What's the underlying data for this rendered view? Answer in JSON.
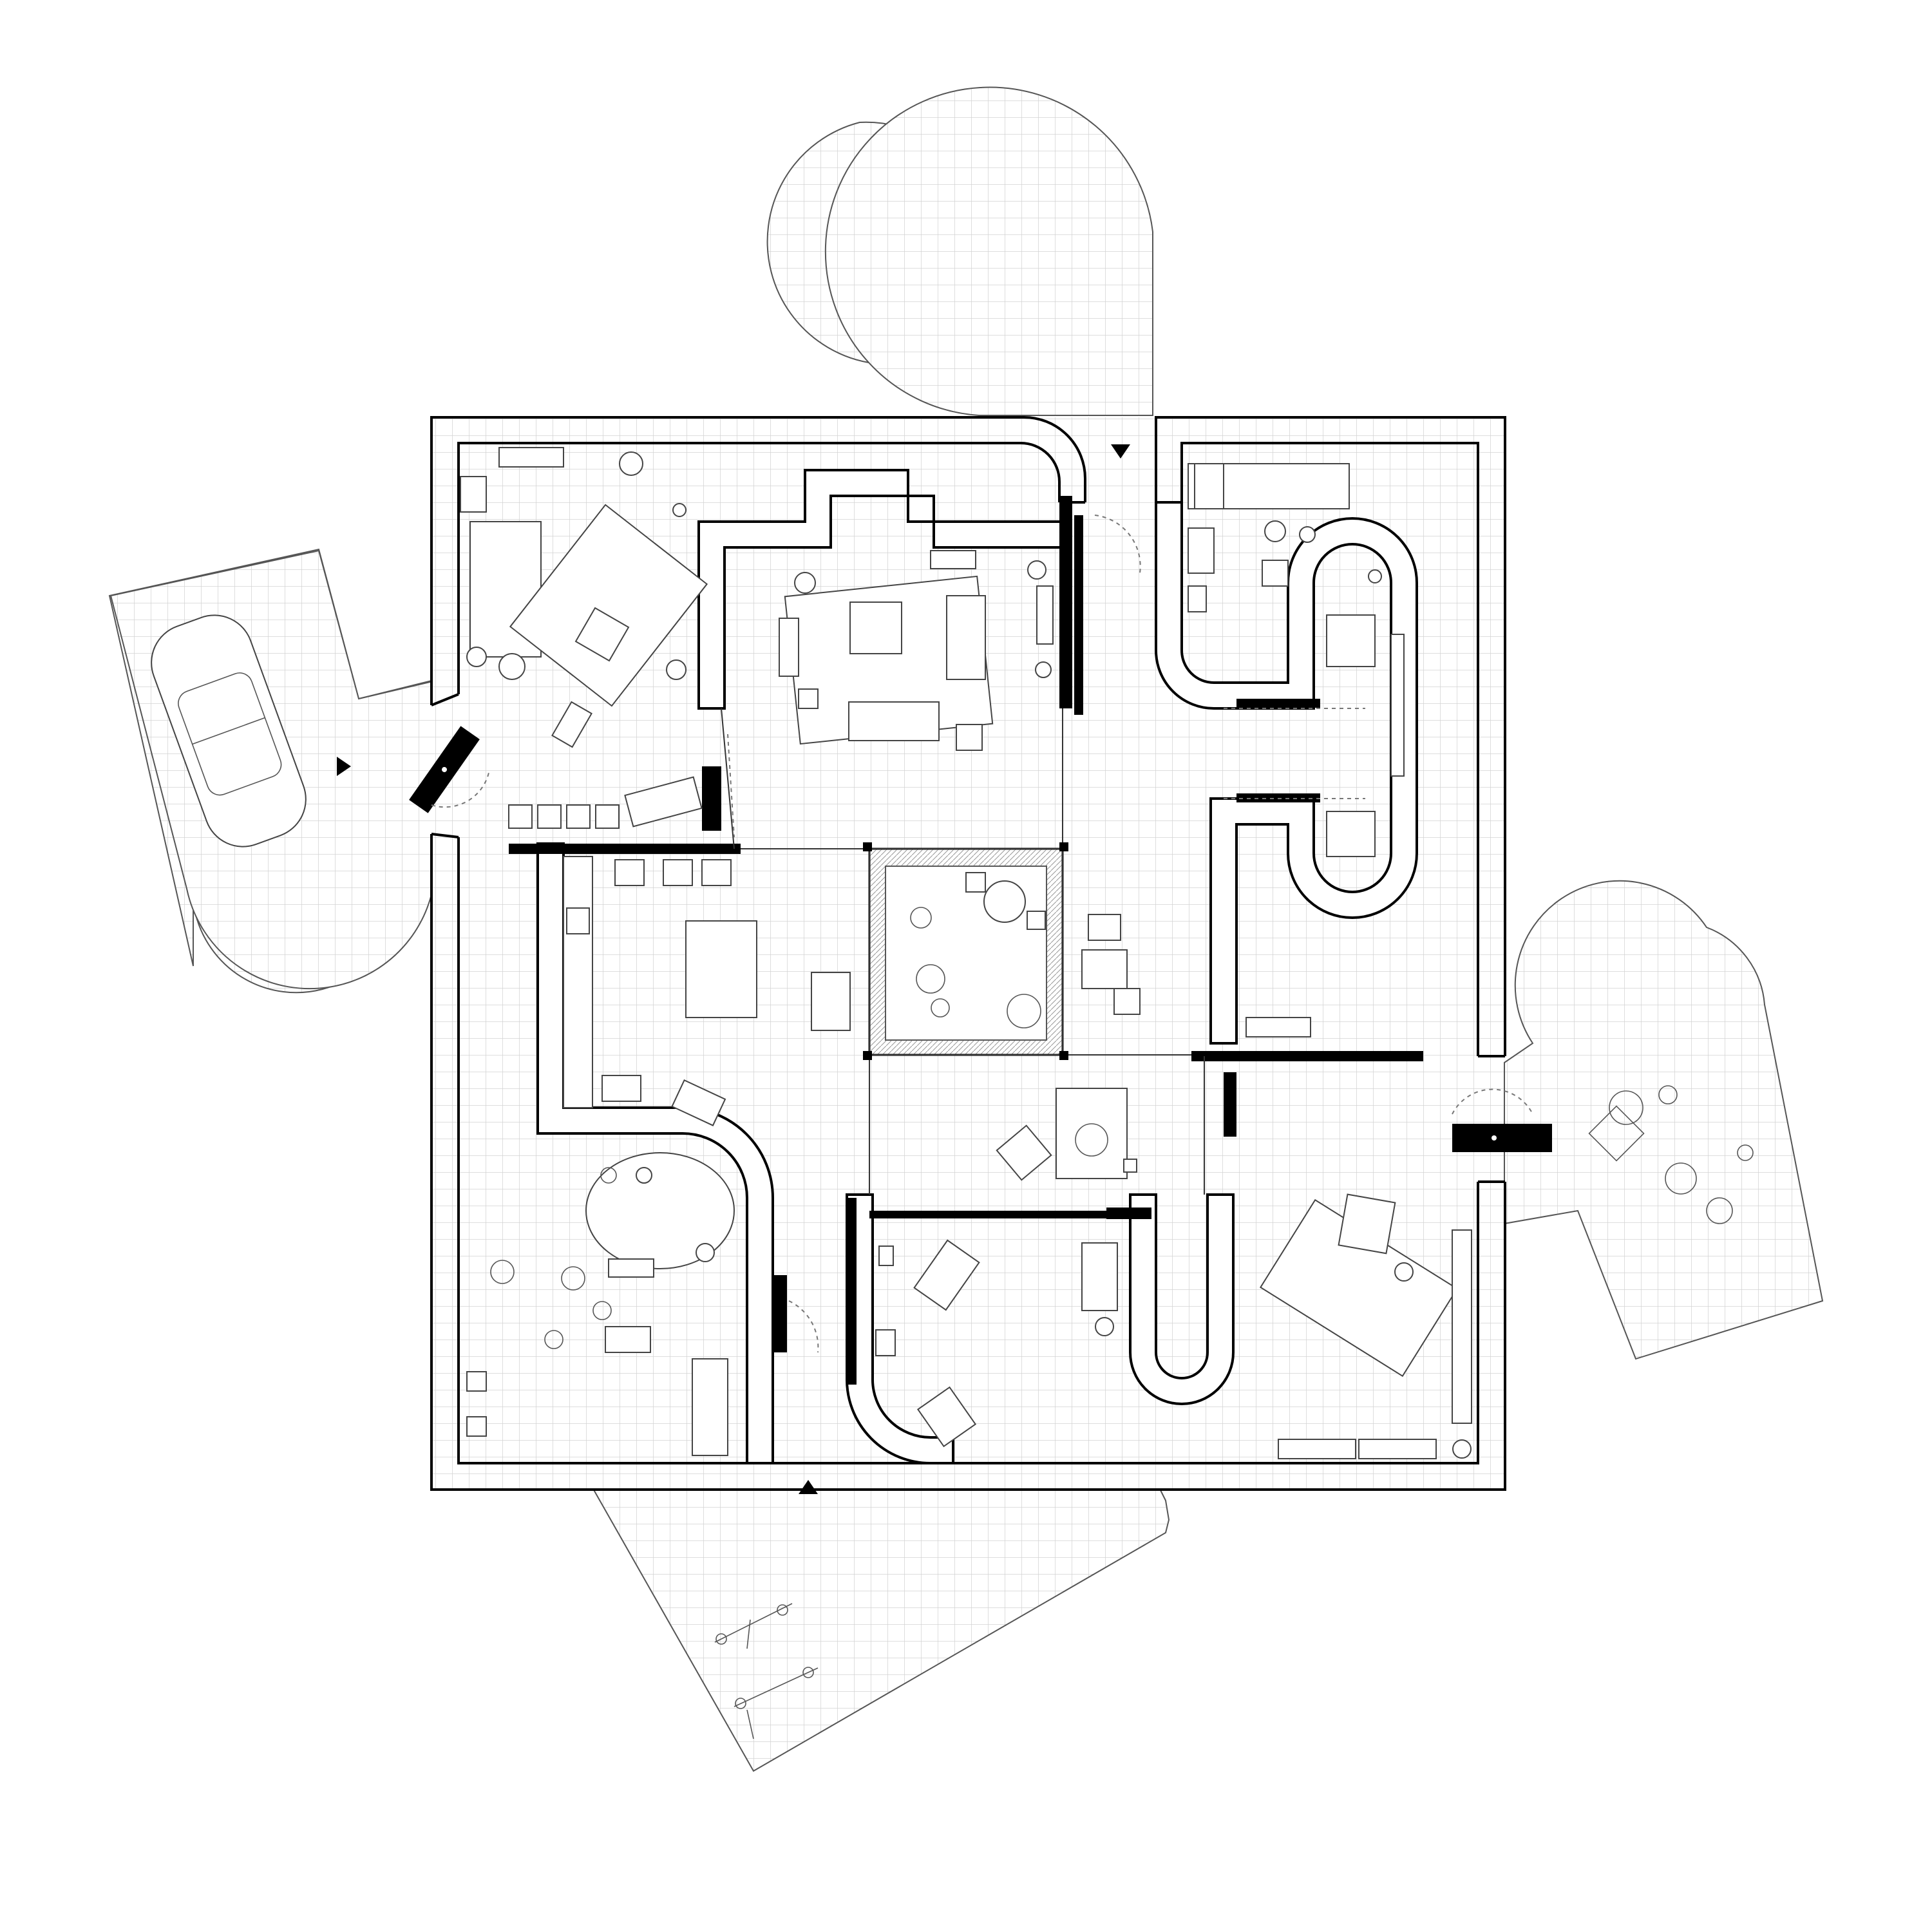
{
  "drawing": {
    "kind": "floor-plan",
    "labels": [],
    "entrances": 4,
    "exterior_terraces": 5,
    "colors": {
      "wall": "#000000",
      "line": "#333333",
      "grid": "#d4d4d4",
      "paper": "#ffffff"
    }
  }
}
